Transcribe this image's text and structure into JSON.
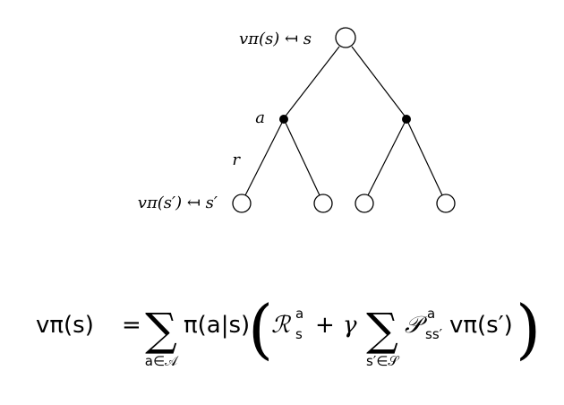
{
  "tree": {
    "root_label": "vπ(s) ↤ s",
    "action_label": "a",
    "reward_label": "r",
    "leaf_label": "vπ(s′) ↤ s′"
  },
  "equation": {
    "lhs": "vπ(s)",
    "equals": "=",
    "sum_symbol": "∑",
    "outer_sum_subscript": "a∈𝒜",
    "policy": "π(a|s)",
    "open_paren": "(",
    "reward_term": "ℛ",
    "reward_sup": "a",
    "reward_sub": "s",
    "plus": "+",
    "gamma": "γ",
    "inner_sum_subscript": "s′∈𝒮",
    "transition_term": "𝒫",
    "transition_sup": "a",
    "transition_sub": "ss′",
    "next_value": "vπ(s′)",
    "close_paren": ")"
  }
}
